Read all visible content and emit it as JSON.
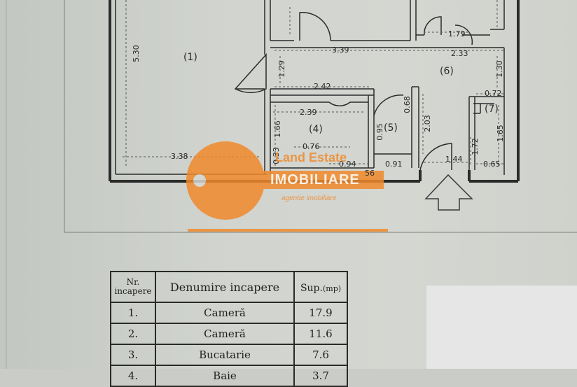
{
  "rooms_plan": {
    "r1": "(1)",
    "r4": "(4)",
    "r5": "(5)",
    "r6": "(6)",
    "r7": "(7)"
  },
  "dimensions": {
    "d530": "5.30",
    "d338": "3.38",
    "d339": "3.39",
    "d179": "1.79",
    "d233": "2.33",
    "d129": "1.29",
    "d242": "2.42",
    "d239": "2.39",
    "d166": "1.66",
    "d076": "0.76",
    "d033": "0.33",
    "d094": "0.94",
    "d095": "0.95",
    "d068": "0.68",
    "d091": "0.91",
    "d203": "2.03",
    "d130": "1.30",
    "d072": "0.72",
    "d165": "1.65",
    "d144": "1.44",
    "d172": "1.72",
    "d065": "0.65",
    "d56": "56"
  },
  "logo": {
    "name": "Land Estate",
    "sub": "IMOBILIARE",
    "tagline": "agentie imobiliare",
    "color": "#f08a2c"
  },
  "table": {
    "headers": {
      "nr": "Nr.",
      "nr2": "incapere",
      "name": "Denumire incapere",
      "area": "Sup.",
      "unit": "(mp)"
    },
    "rows": [
      {
        "nr": "1.",
        "name": "Cameră",
        "area": "17.9"
      },
      {
        "nr": "2.",
        "name": "Cameră",
        "area": "11.6"
      },
      {
        "nr": "3.",
        "name": "Bucatarie",
        "area": "7.6"
      },
      {
        "nr": "4.",
        "name": "Baie",
        "area": "3.7"
      }
    ]
  }
}
